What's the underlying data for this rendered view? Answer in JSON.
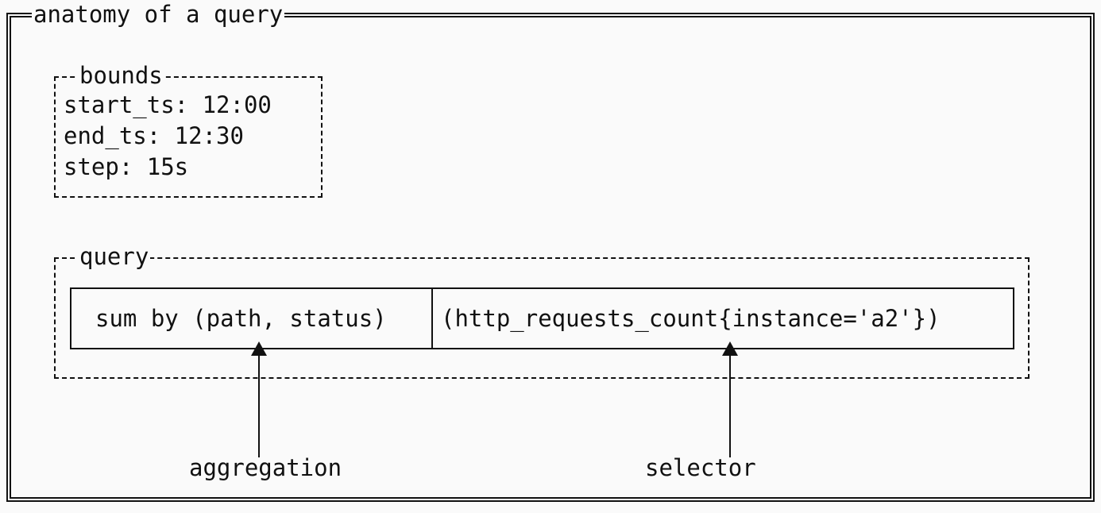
{
  "diagram": {
    "title": "anatomy of a query",
    "bounds": {
      "title": "bounds",
      "lines": [
        "start_ts: 12:00",
        "end_ts: 12:30",
        "step: 15s"
      ]
    },
    "query": {
      "title": "query",
      "segments": [
        {
          "text": "sum by (path, status)",
          "label": "aggregation"
        },
        {
          "text": "(http_requests_count{instance='a2'})",
          "label": "selector"
        }
      ]
    }
  }
}
